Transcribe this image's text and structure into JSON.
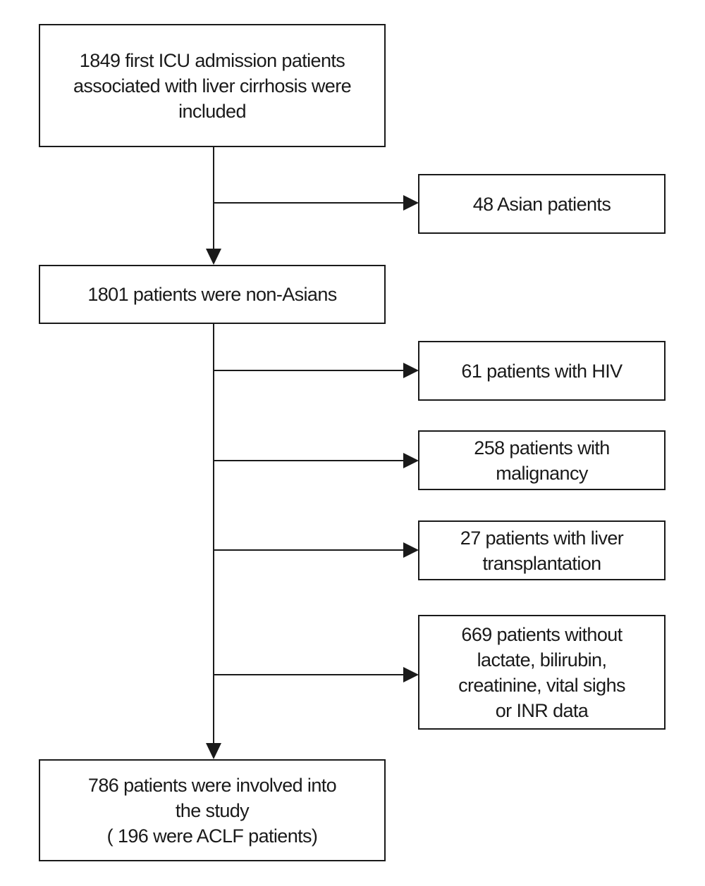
{
  "flowchart": {
    "main_steps": {
      "initial": [
        "1849 first ICU admission patients",
        "associated with liver cirrhosis were",
        "included"
      ],
      "after_ethnicity": [
        "1801 patients were non-Asians"
      ],
      "final": [
        "786 patients were involved into",
        "the study",
        "( 196 were ACLF patients)"
      ]
    },
    "exclusions": {
      "asian": [
        "48 Asian patients"
      ],
      "hiv": [
        "61 patients with HIV"
      ],
      "malignancy": [
        "258 patients with",
        "malignancy"
      ],
      "transplant": [
        "27 patients with liver",
        "transplantation"
      ],
      "missing_data": [
        "669 patients without",
        "lactate, bilirubin,",
        "creatinine, vital sighs",
        "or INR data"
      ]
    }
  }
}
